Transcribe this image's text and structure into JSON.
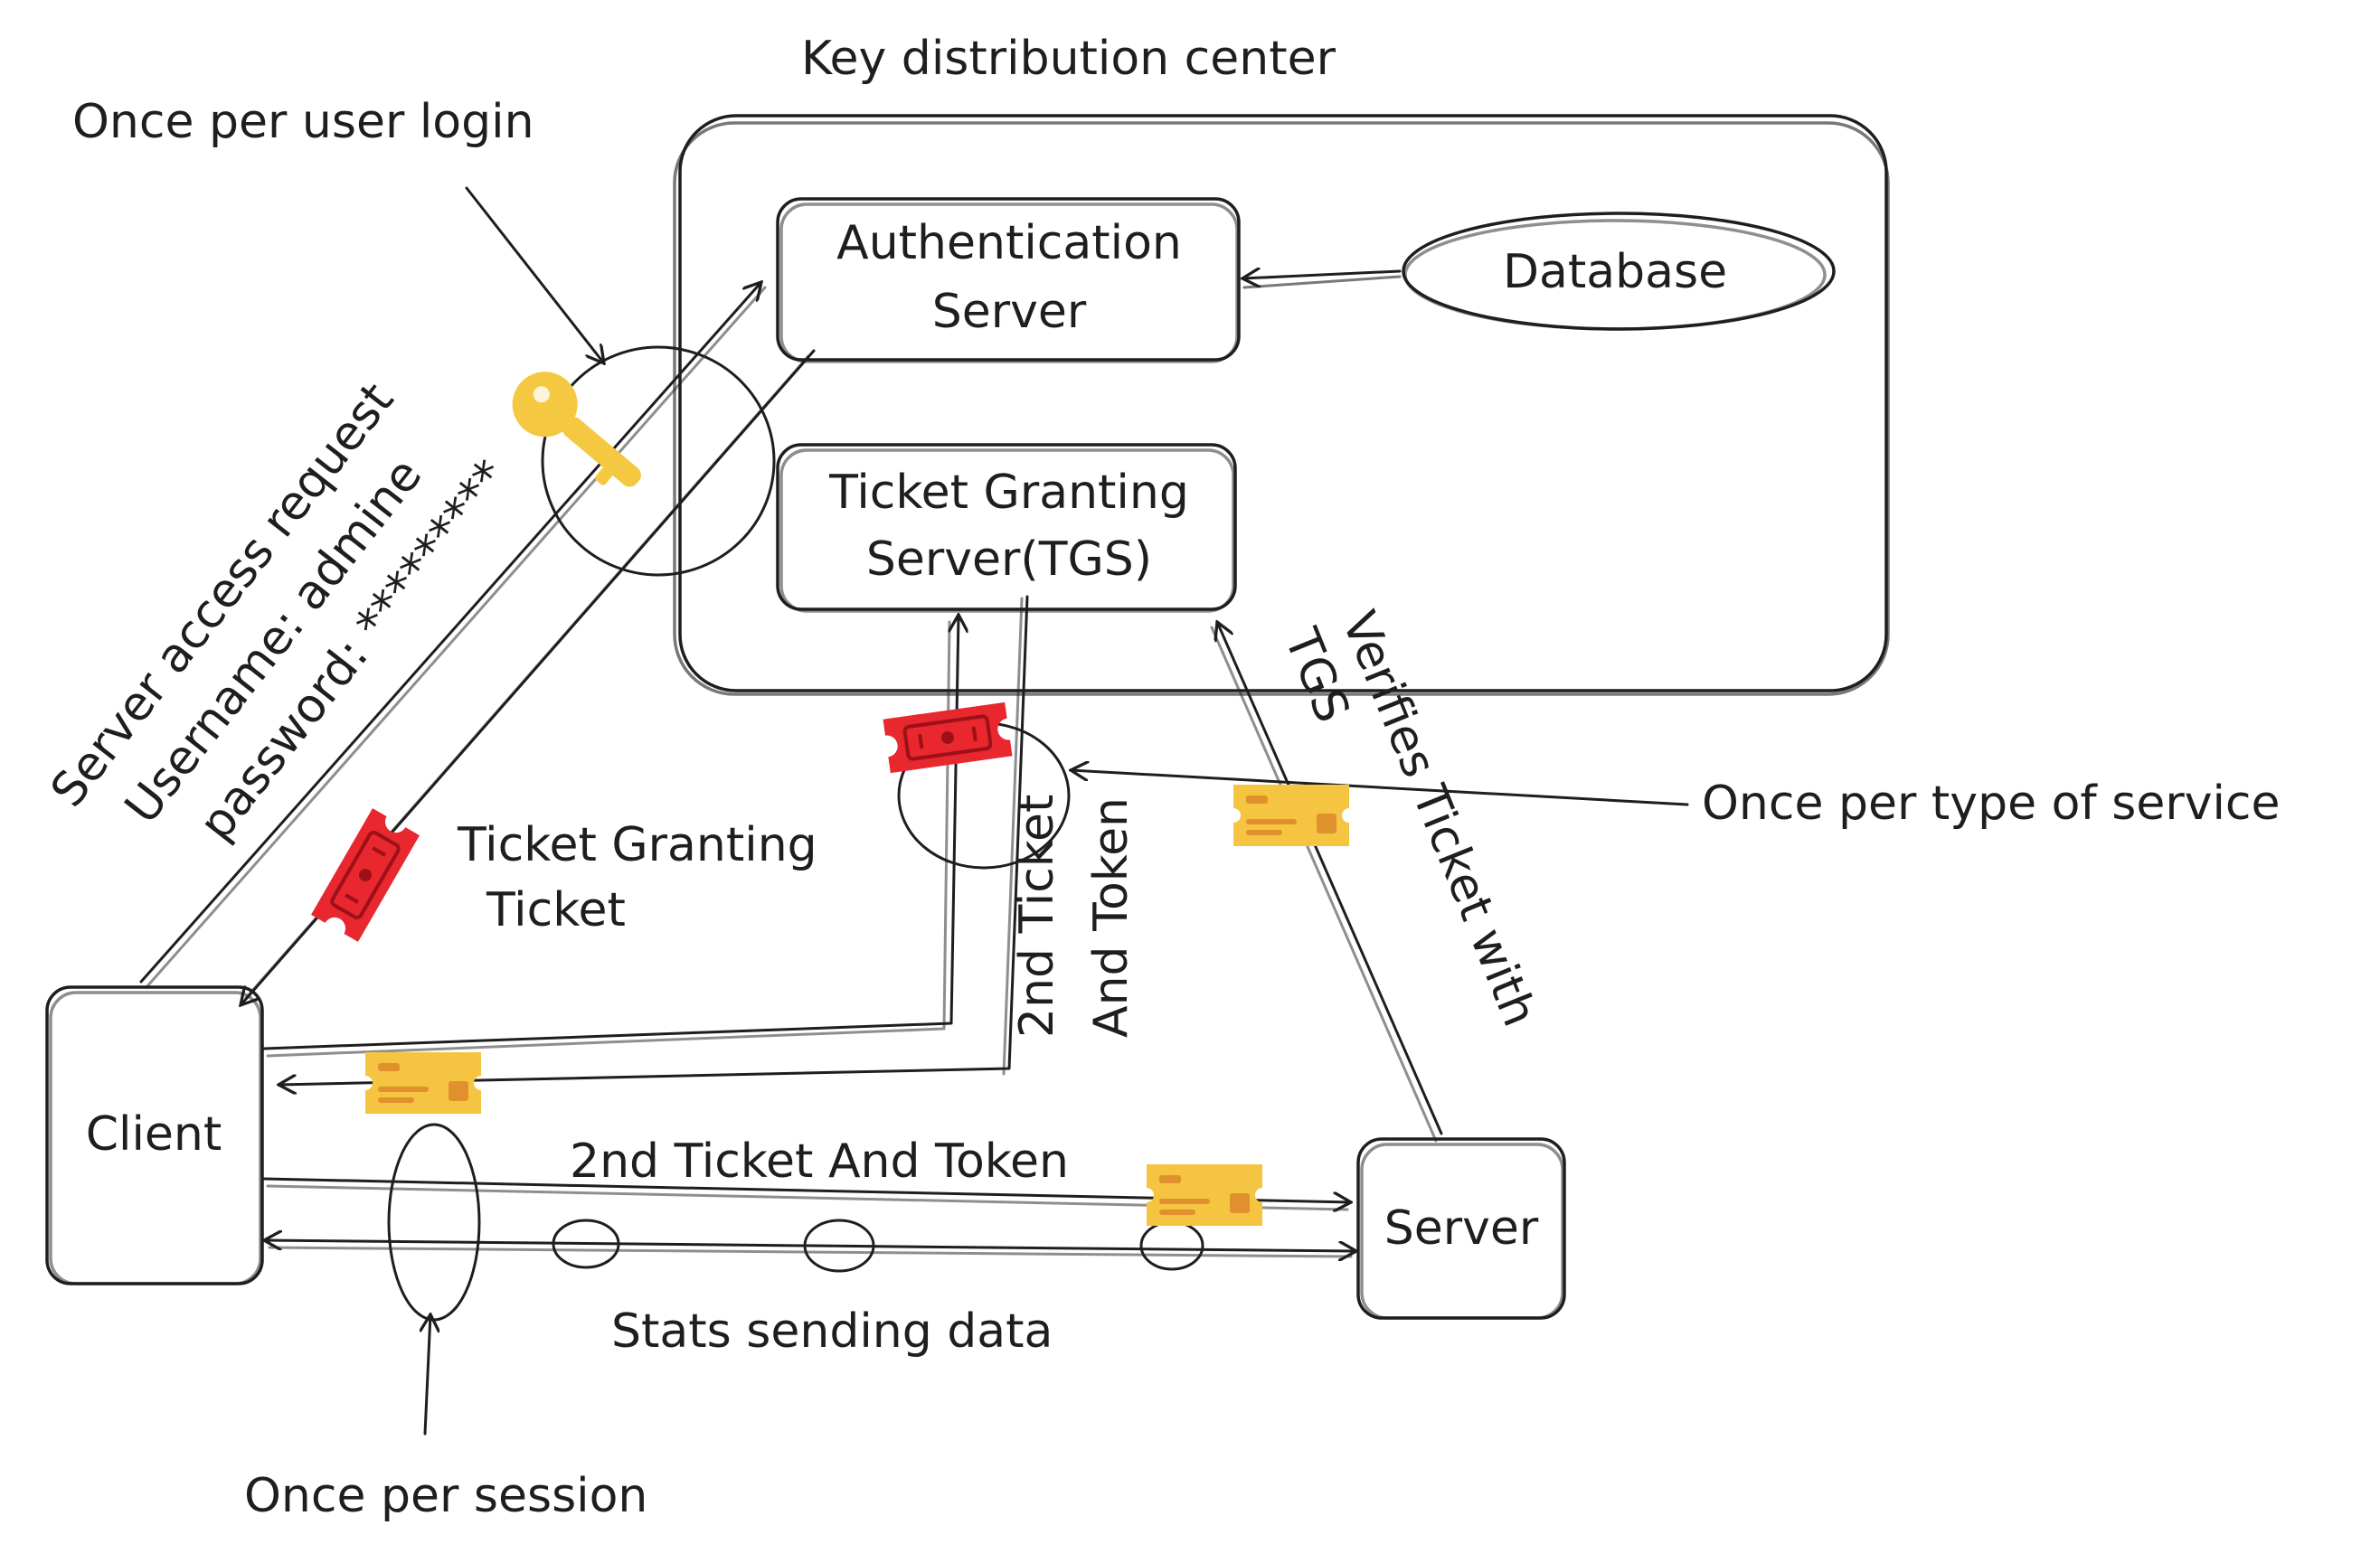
{
  "diagram": {
    "title": "Key distribution center",
    "nodes": {
      "auth_server": [
        "Authentication",
        "Server"
      ],
      "tgs": [
        "Ticket Granting",
        "Server(TGS)"
      ],
      "database": "Database",
      "client": "Client",
      "server": "Server"
    },
    "labels": {
      "once_per_login": "Once per user login",
      "once_per_service": "Once per type of service",
      "once_per_session": "Once per session",
      "access_request": [
        "Server access request",
        "Username: admine",
        "password: *********"
      ],
      "tgt": [
        "Ticket Granting",
        "Ticket"
      ],
      "second_ticket_vertical": [
        "2nd Ticket",
        "And Token"
      ],
      "verifies": [
        "Verifies Ticket with",
        "TGS"
      ],
      "second_ticket_horizontal": "2nd Ticket And Token",
      "stats": "Stats sending data"
    },
    "colors": {
      "stroke": "#1e1e1e",
      "key": "#f5c842",
      "ticket_red": "#e8272f",
      "ticket_yellow": "#f5c542",
      "ticket_yellow_accent": "#e0902c"
    },
    "icons": [
      "key-icon",
      "red-ticket-icon",
      "yellow-ticket-icon"
    ]
  }
}
